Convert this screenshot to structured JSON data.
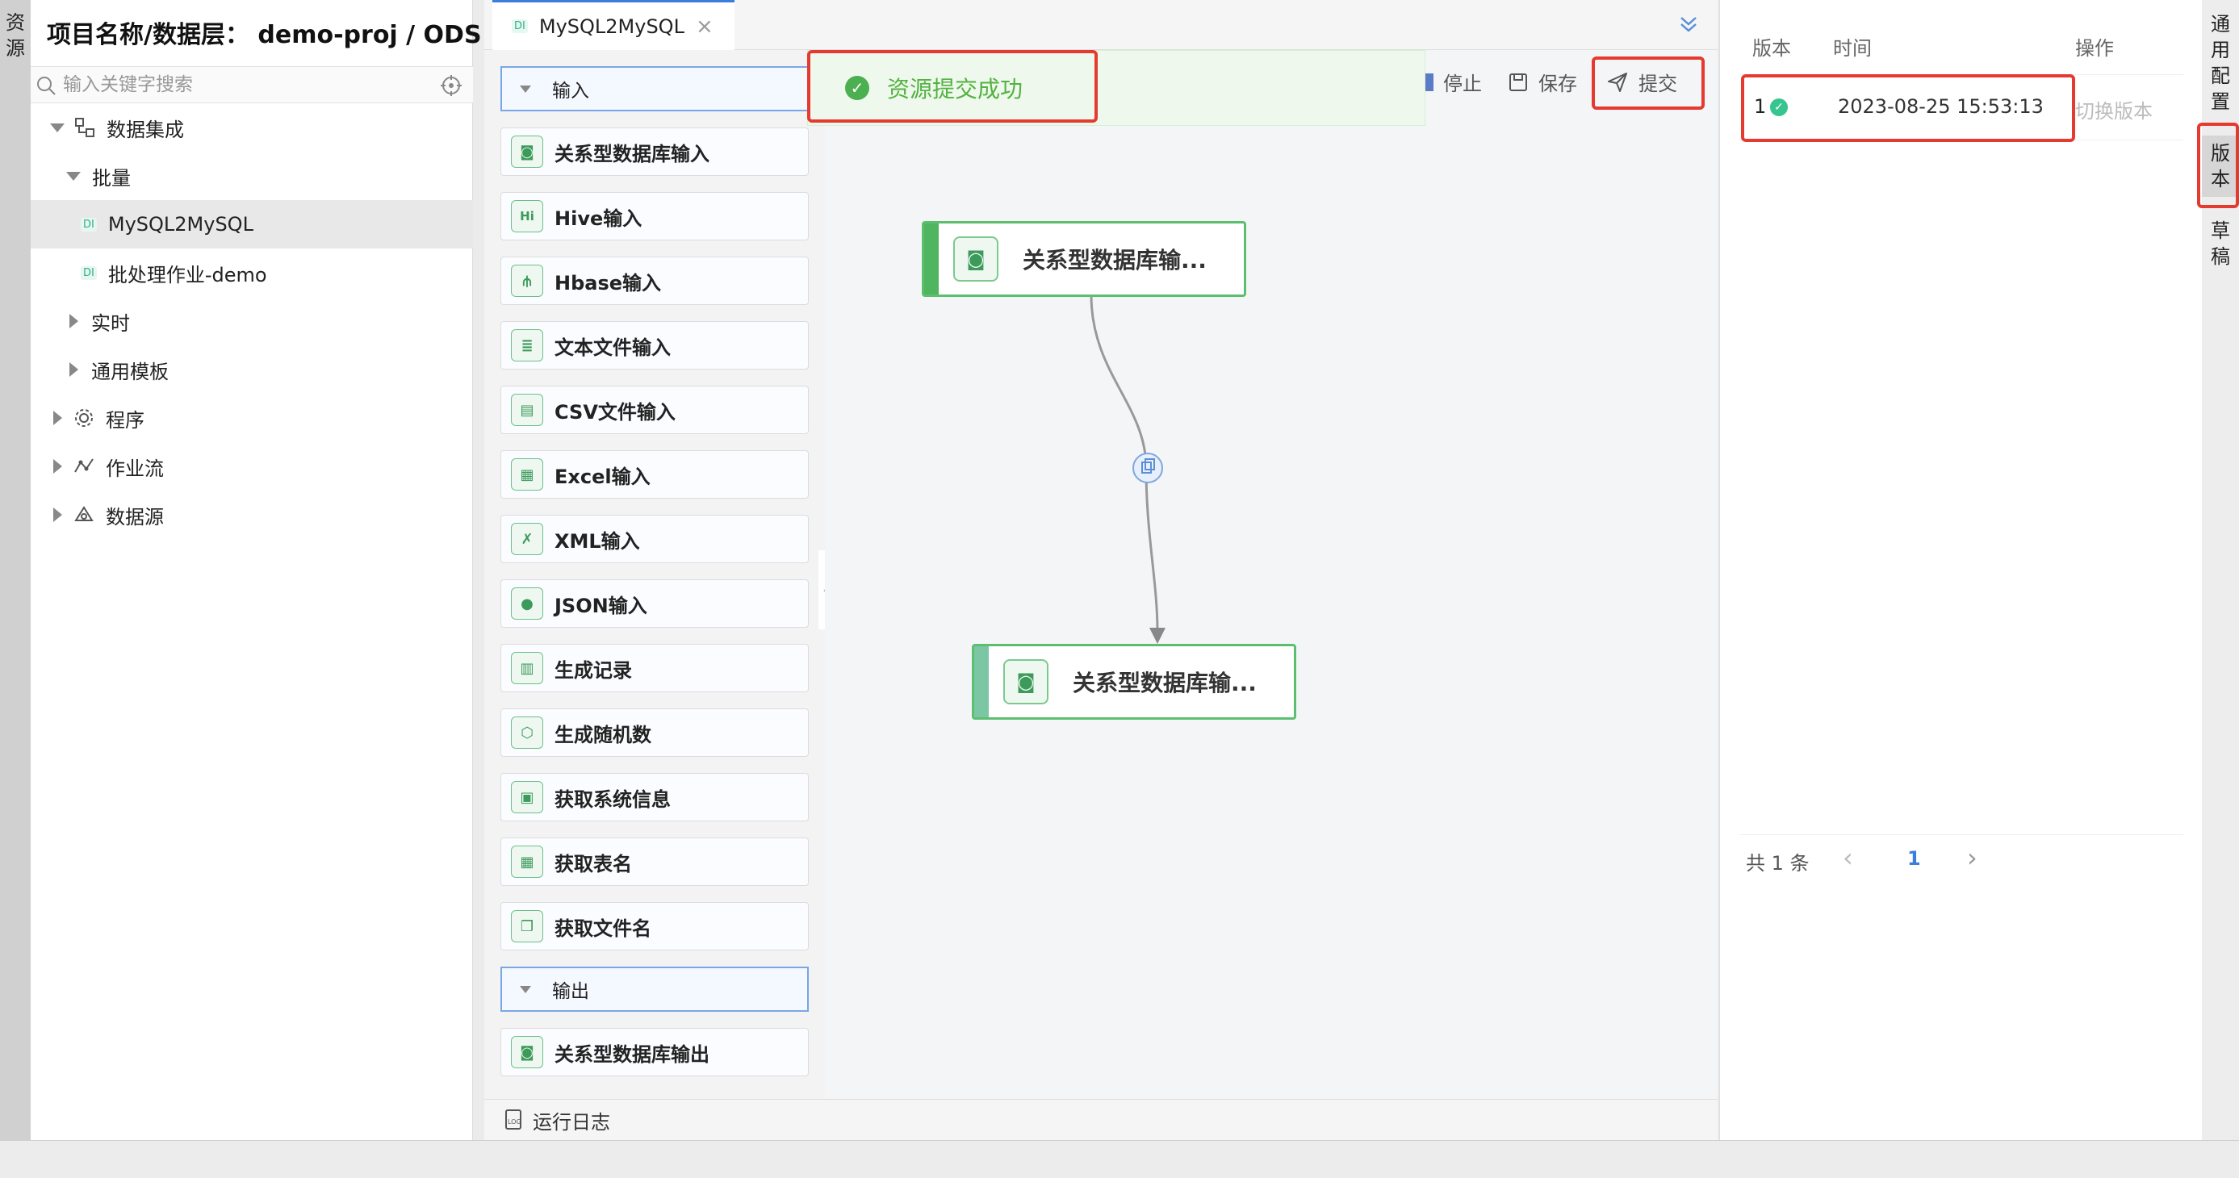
{
  "left_strip": {
    "chars": [
      "资",
      "源"
    ]
  },
  "right_strip": {
    "tab1": [
      "通",
      "用",
      "配",
      "置"
    ],
    "tab2": [
      "版",
      "本"
    ],
    "tab3": [
      "草",
      "稿"
    ]
  },
  "project": {
    "title": "项目名称/数据层：  demo-proj / ODS"
  },
  "search": {
    "placeholder": "输入关键字搜索"
  },
  "tree": {
    "integration": "数据集成",
    "batch": "批量",
    "mysql2mysql": "MySQL2MySQL",
    "batch_demo": "批处理作业-demo",
    "realtime": "实时",
    "templates": "通用模板",
    "program": "程序",
    "workflow": "作业流",
    "datasource": "数据源",
    "badge": "DI"
  },
  "tab": {
    "label": "MySQL2MySQL",
    "badge": "DI",
    "close": "×"
  },
  "palette": {
    "input_header": "输入",
    "items": [
      "关系型数据库输入",
      "Hive输入",
      "Hbase输入",
      "文本文件输入",
      "CSV文件输入",
      "Excel输入",
      "XML输入",
      "JSON输入",
      "生成记录",
      "生成随机数",
      "获取系统信息",
      "获取表名",
      "获取文件名"
    ],
    "output_header": "输出",
    "output_items": [
      "关系型数据库输出"
    ]
  },
  "toast": {
    "message": "资源提交成功"
  },
  "toolbar": {
    "stop": "停止",
    "save": "保存",
    "submit": "提交"
  },
  "nodes": {
    "source": "关系型数据库输...",
    "target": "关系型数据库输..."
  },
  "logbar": {
    "label": "运行日志"
  },
  "versions": {
    "headers": {
      "version": "版本",
      "time": "时间",
      "action": "操作"
    },
    "rows": [
      {
        "version": "1",
        "time": "2023-08-25 15:53:13",
        "action": "切换版本"
      }
    ],
    "pagination": {
      "total": "共 1 条",
      "prev": "‹",
      "page": "1",
      "next": "›"
    }
  },
  "colors": {
    "accent": "#3b7ddd",
    "success": "#4caf50",
    "highlight": "#e53a30"
  }
}
